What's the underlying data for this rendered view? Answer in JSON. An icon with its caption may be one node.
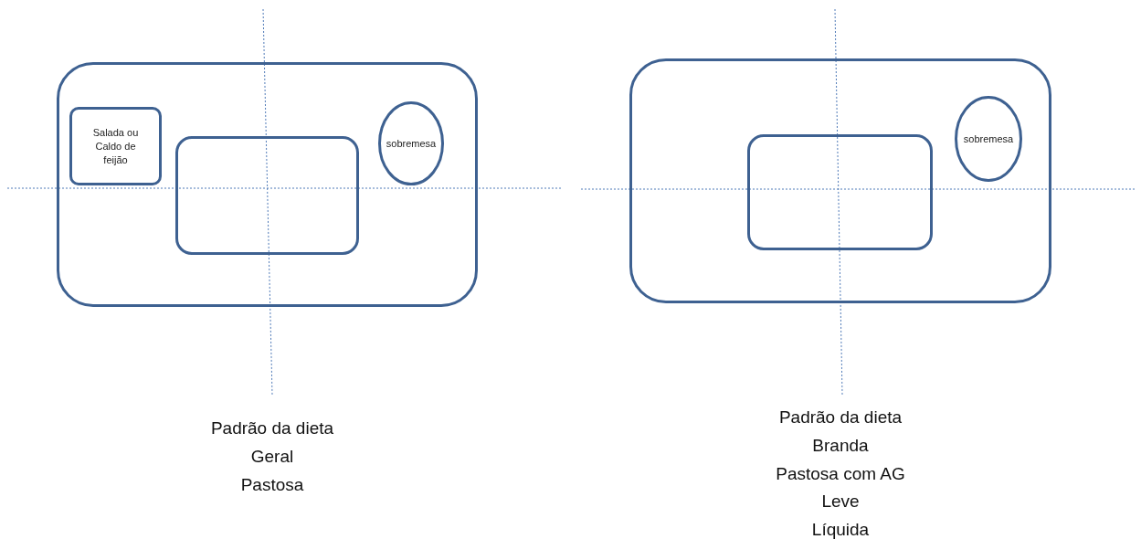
{
  "diagram": {
    "nodes": [
      {
        "text": [],
        "shape": "box"
      },
      {
        "text": [
          "Salada ou Caldo de feijão"
        ],
        "in": 0
      },
      {
        "text": [],
        "shape": "box",
        "in": 0
      },
      {
        "text": [
          "sobremesa"
        ],
        "in": 0
      },
      {
        "text": [],
        "shape": "box"
      },
      {
        "text": [],
        "shape": "box",
        "in": 4
      },
      {
        "text": [
          "sobremesa"
        ],
        "in": 4
      }
    ],
    "labels": [
      "Padrão da dieta",
      "Geral",
      "Pastosa",
      "Padrão da dieta",
      "Branda",
      "Pastosa com AG",
      "Leve",
      "Líquida"
    ]
  }
}
